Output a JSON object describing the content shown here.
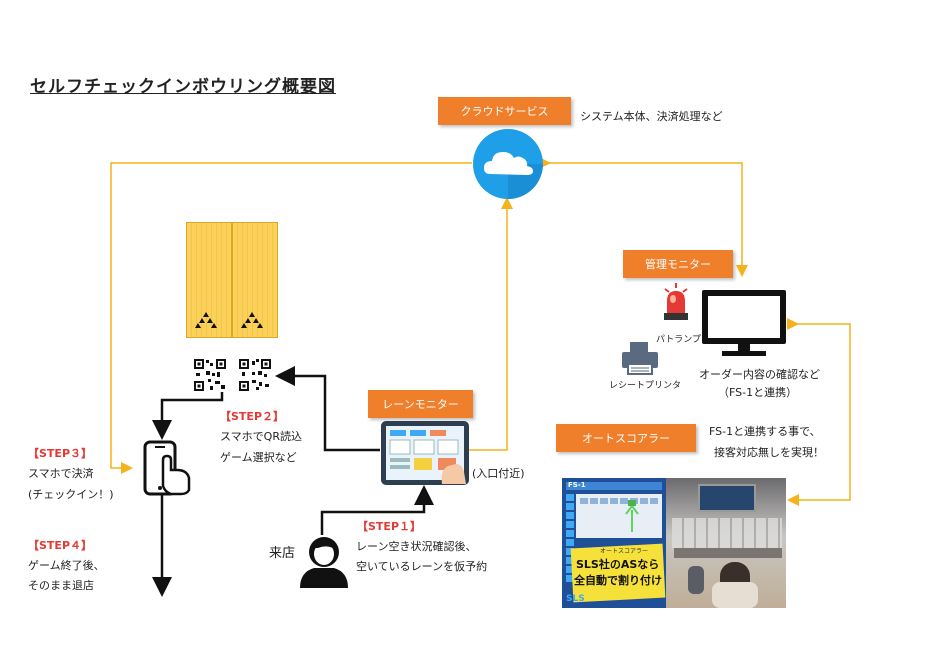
{
  "title": "セルフチェックインボウリング概要図",
  "cloud": {
    "label": "クラウドサービス",
    "desc": "システム本体、決済処理など"
  },
  "manager": {
    "label": "管理モニター",
    "patlamp": "パトランプ",
    "printer": "レシートプリンタ",
    "desc_line1": "オーダー内容の確認など",
    "desc_line2": "（FS-1と連携）"
  },
  "auto_scorer": {
    "label": "オートスコアラー",
    "desc_line1": "FS-1と連携する事で、",
    "desc_line2": "接客対応無しを実現！",
    "photo_text_line1": "SLS社のASなら",
    "photo_text_line2": "全自動で割り付け",
    "photo_small": "オートスコアラー",
    "photo_logo": "SLS",
    "photo_brand": "FS-1"
  },
  "lane_monitor": {
    "label": "レーンモニター",
    "location": "(入口付近)"
  },
  "steps": [
    {
      "heading": "【STEP１】",
      "line1": "レーン空き状況確認後、",
      "line2": "空いているレーンを仮予約"
    },
    {
      "heading": "【STEP２】",
      "line1": "スマホでQR読込",
      "line2": "ゲーム選択など"
    },
    {
      "heading": "【STEP３】",
      "line1": "スマホで決済",
      "line2": "(チェックイン！)"
    },
    {
      "heading": "【STEP４】",
      "line1": "ゲーム終了後、",
      "line2": "そのまま退店"
    }
  ],
  "visitor": "来店",
  "colors": {
    "orange": "#f07f2c",
    "arrow_yellow": "#f5b21d",
    "cloud_blue": "#1e9fe8",
    "step_red": "#e53935",
    "lane_yellow": "#fbd15a"
  }
}
